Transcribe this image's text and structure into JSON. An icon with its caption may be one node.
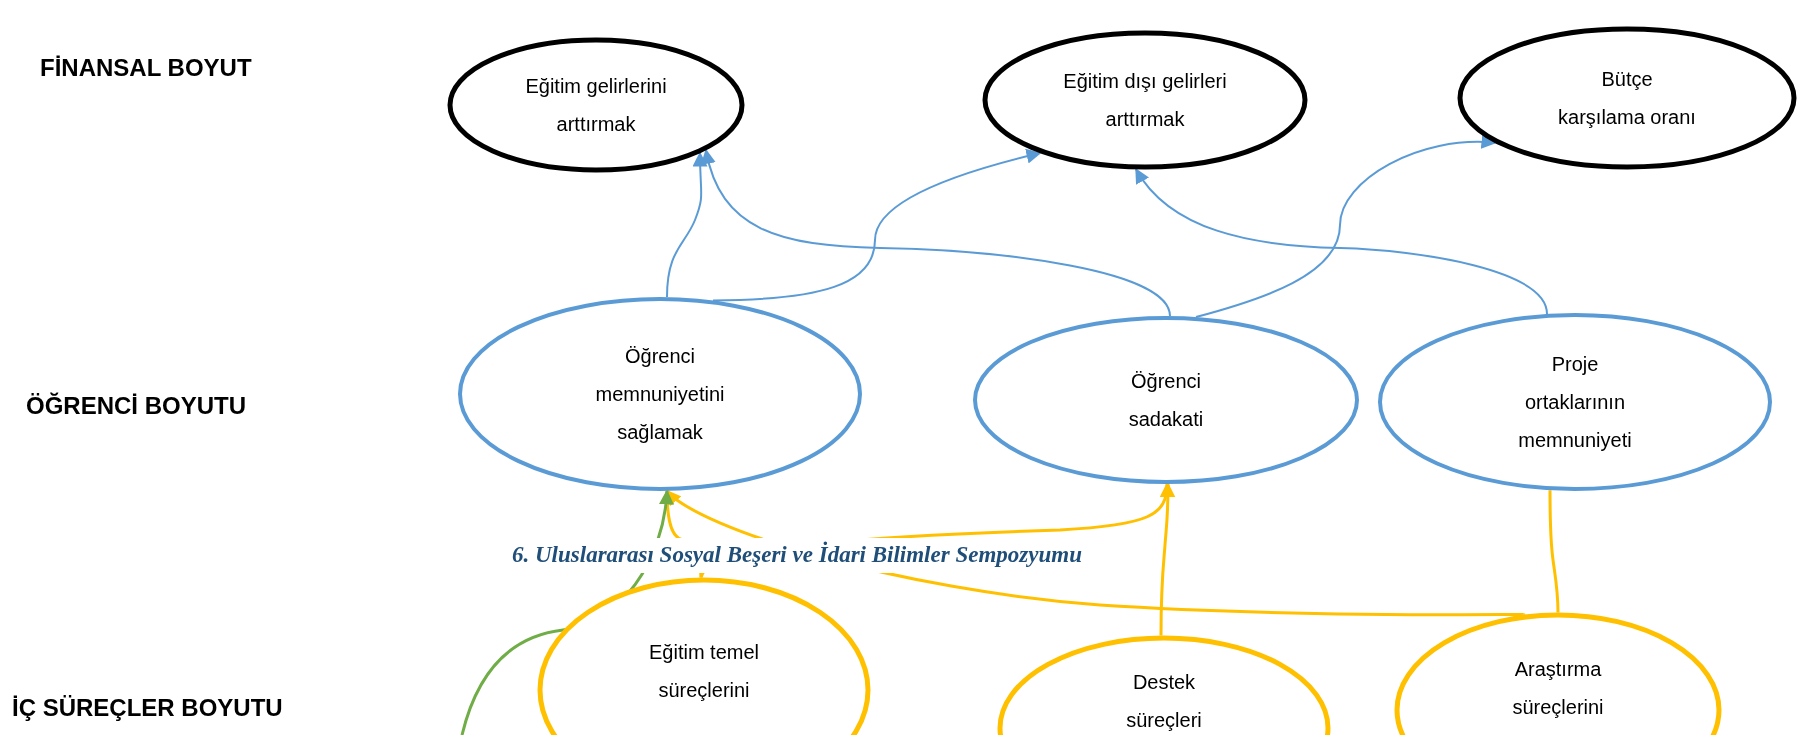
{
  "diagram": {
    "nodes": [
      {
        "text": [
          "Eğitim gelirlerini arttırmak"
        ]
      },
      {
        "text": [
          "Eğitim dışı gelirleri arttırmak"
        ]
      },
      {
        "text": [
          "Bütçe karşılama oranı"
        ]
      },
      {
        "text": [
          "Öğrenci memnuniyetini sağlamak"
        ]
      },
      {
        "text": [
          "Öğrenci sadakati"
        ]
      },
      {
        "text": [
          "Proje ortaklarının memnuniyeti"
        ]
      },
      {
        "text": [
          "Eğitim temel süreçlerini"
        ]
      },
      {
        "text": [
          "Destek süreçleri"
        ]
      },
      {
        "text": [
          "Araştırma süreçlerini"
        ]
      }
    ],
    "edges": [
      {
        "from": 3,
        "to": 0,
        "arrow": "to",
        "color": "#5b9bd5"
      },
      {
        "from": 3,
        "to": 1,
        "arrow": "to",
        "color": "#5b9bd5"
      },
      {
        "from": 4,
        "to": 0,
        "arrow": "to",
        "color": "#5b9bd5"
      },
      {
        "from": 4,
        "to": 2,
        "arrow": "to",
        "color": "#5b9bd5"
      },
      {
        "from": 5,
        "to": 1,
        "arrow": "to",
        "color": "#5b9bd5"
      },
      {
        "from": 6,
        "to": 3,
        "arrow": "to",
        "color": "#ffc000"
      },
      {
        "from": 6,
        "to": 4,
        "arrow": "to",
        "color": "#ffc000"
      },
      {
        "from": 7,
        "to": 4,
        "arrow": "to",
        "color": "#ffc000"
      },
      {
        "from": 8,
        "to": 3,
        "arrow": "to",
        "color": "#ffc000"
      },
      {
        "from": 8,
        "to": 5,
        "arrow": "none",
        "color": "#ffc000"
      },
      {
        "from": null,
        "to": 3,
        "arrow": "to",
        "color": "#70ad47"
      }
    ],
    "labels": [
      "FİNANSAL BOYUT",
      "ÖĞRENCİ BOYUTU",
      "6. Uluslararası Sosyal Beşeri ve İdari Bilimler Sempozyumu",
      "İÇ SÜREÇLER BOYUTU"
    ]
  }
}
